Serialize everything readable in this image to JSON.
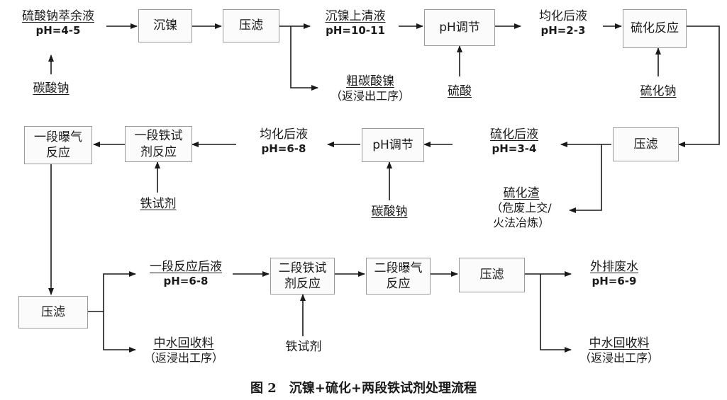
{
  "caption": "图 2　沉镍+硫化+两段铁试剂处理流程",
  "nodes": {
    "feed": {
      "text": "硫酸钠萃余液",
      "sub": "pH=4-5"
    },
    "na2co3_1": {
      "text": "碳酸钠"
    },
    "box_ni": {
      "text": "沉镍"
    },
    "box_press1": {
      "text": "压滤"
    },
    "ni_supernatant": {
      "text": "沉镍上清液",
      "sub": "pH=10-11"
    },
    "crude_nico3": {
      "text": "粗碳酸镍",
      "note": "（返浸出工序）"
    },
    "box_ph1": {
      "text": "pH调节"
    },
    "acid": {
      "text": "硫酸"
    },
    "homog1": {
      "text": "均化后液",
      "sub": "pH=2-3"
    },
    "box_sulf": {
      "text": "硫化反应"
    },
    "na2s": {
      "text": "硫化钠"
    },
    "box_press2": {
      "text": "压滤"
    },
    "sulf_liquid": {
      "text": "硫化后液",
      "sub": "pH=3-4"
    },
    "sulf_residue": {
      "text": "硫化渣",
      "note1": "（危废上交/",
      "note2": "火法冶炼）"
    },
    "box_ph2": {
      "text": "pH调节"
    },
    "na2co3_2": {
      "text": "碳酸钠"
    },
    "homog2": {
      "text": "均化后液",
      "sub": "pH=6-8"
    },
    "box_fe1": {
      "text": "一段铁试\n剂反应"
    },
    "fe_reagent1": {
      "text": "铁试剂"
    },
    "box_aer1": {
      "text": "一段曝气\n反应"
    },
    "box_press3": {
      "text": "压滤"
    },
    "stage1_liquid": {
      "text": "一段反应后液",
      "sub": "pH=6-8"
    },
    "recycle1": {
      "text": "中水回收料",
      "note": "（返浸出工序）"
    },
    "box_fe2": {
      "text": "二段铁试\n剂反应"
    },
    "fe_reagent2": {
      "text": "铁试剂"
    },
    "box_aer2": {
      "text": "二段曝气\n反应"
    },
    "box_press4": {
      "text": "压滤"
    },
    "effluent": {
      "text": "外排废水",
      "sub": "pH=6-9"
    },
    "recycle2": {
      "text": "中水回收料",
      "note": "（返浸出工序）"
    }
  }
}
